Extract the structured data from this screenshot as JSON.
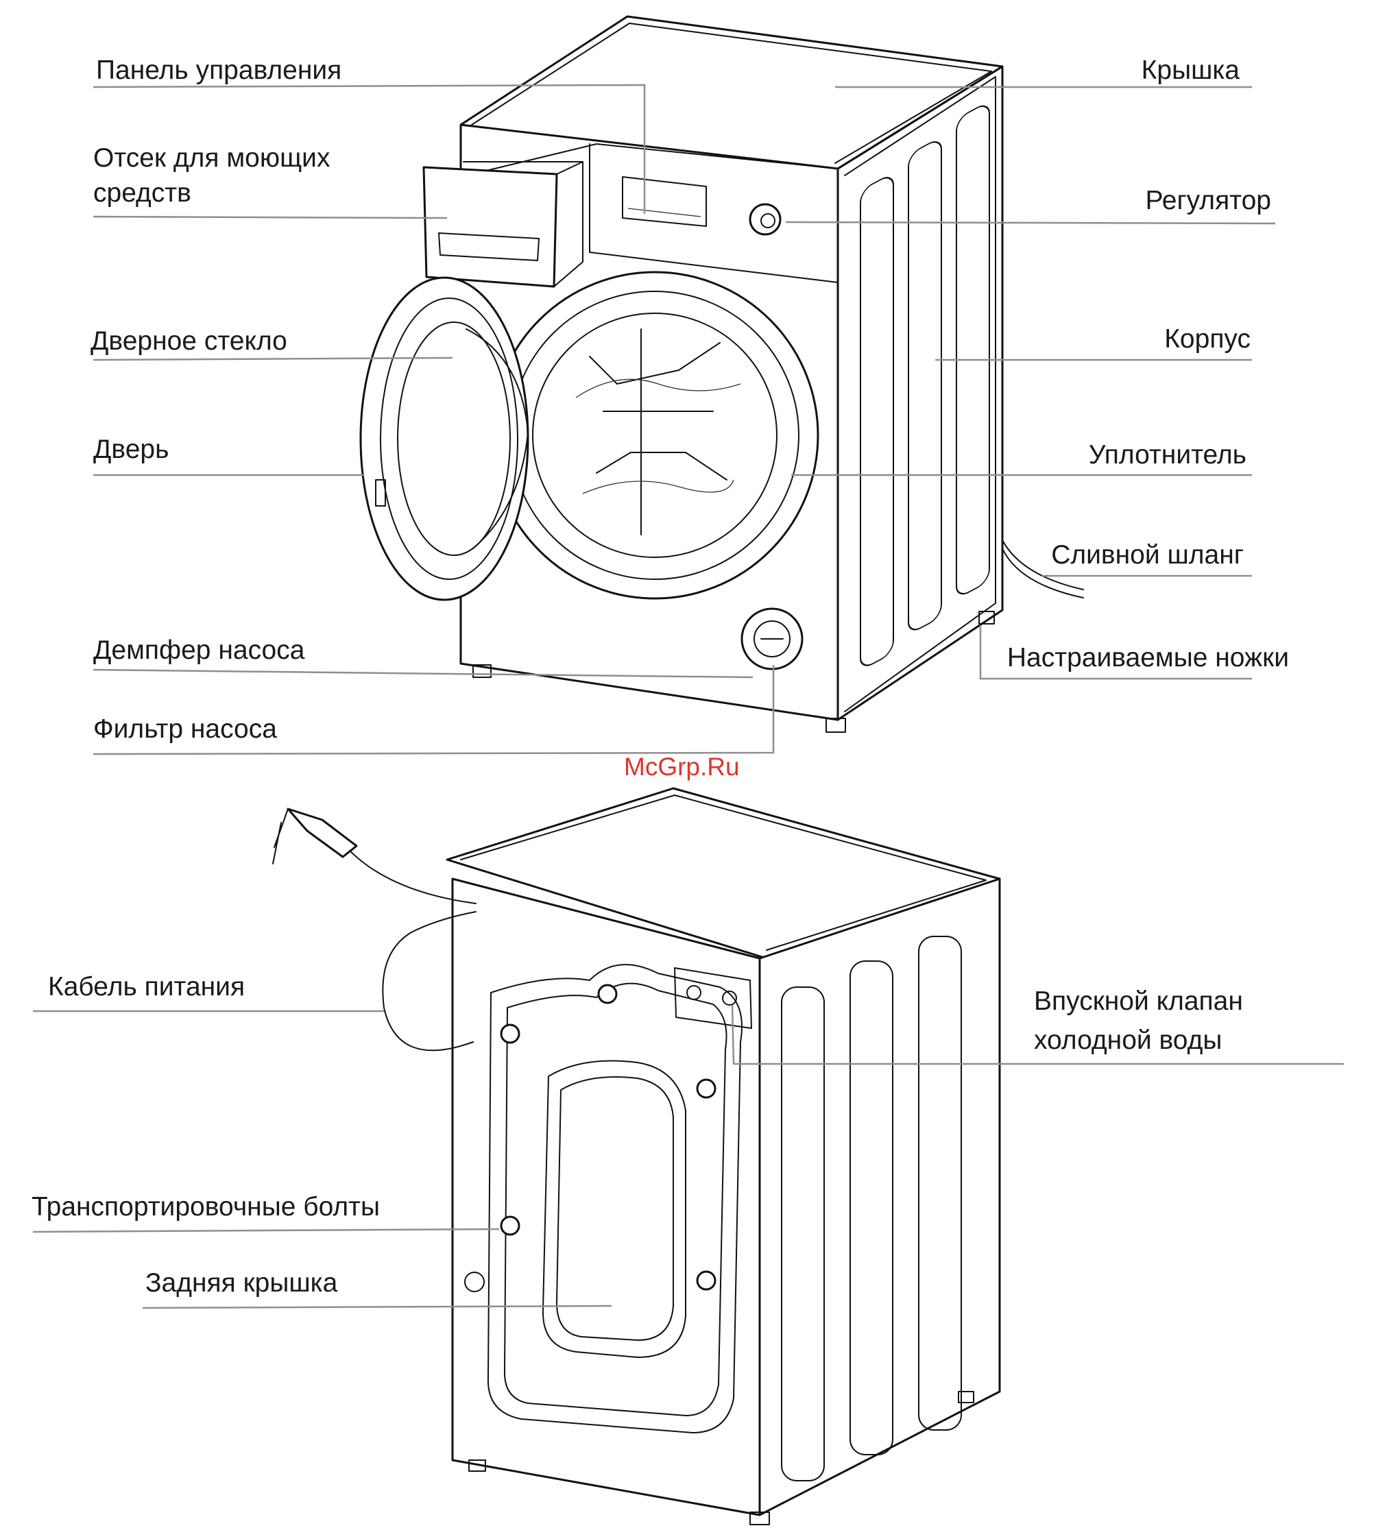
{
  "labels": {
    "control_panel": "Панель управления",
    "detergent_1": "Отсек для моющих",
    "detergent_2": "средств",
    "door_glass": "Дверное стекло",
    "door": "Дверь",
    "pump_damper": "Демпфер насоса",
    "pump_filter": "Фильтр насоса",
    "lid": "Крышка",
    "knob": "Регулятор",
    "cabinet": "Корпус",
    "seal": "Уплотнитель",
    "drain_hose": "Сливной шланг",
    "feet": "Настраиваемые ножки",
    "power_cable": "Кабель питания",
    "valve_1": "Впускной клапан",
    "valve_2": "холодной воды",
    "transport_bolts": "Транспортировочные болты",
    "back_cover": "Задняя крышка"
  },
  "watermark": "McGrp.Ru"
}
